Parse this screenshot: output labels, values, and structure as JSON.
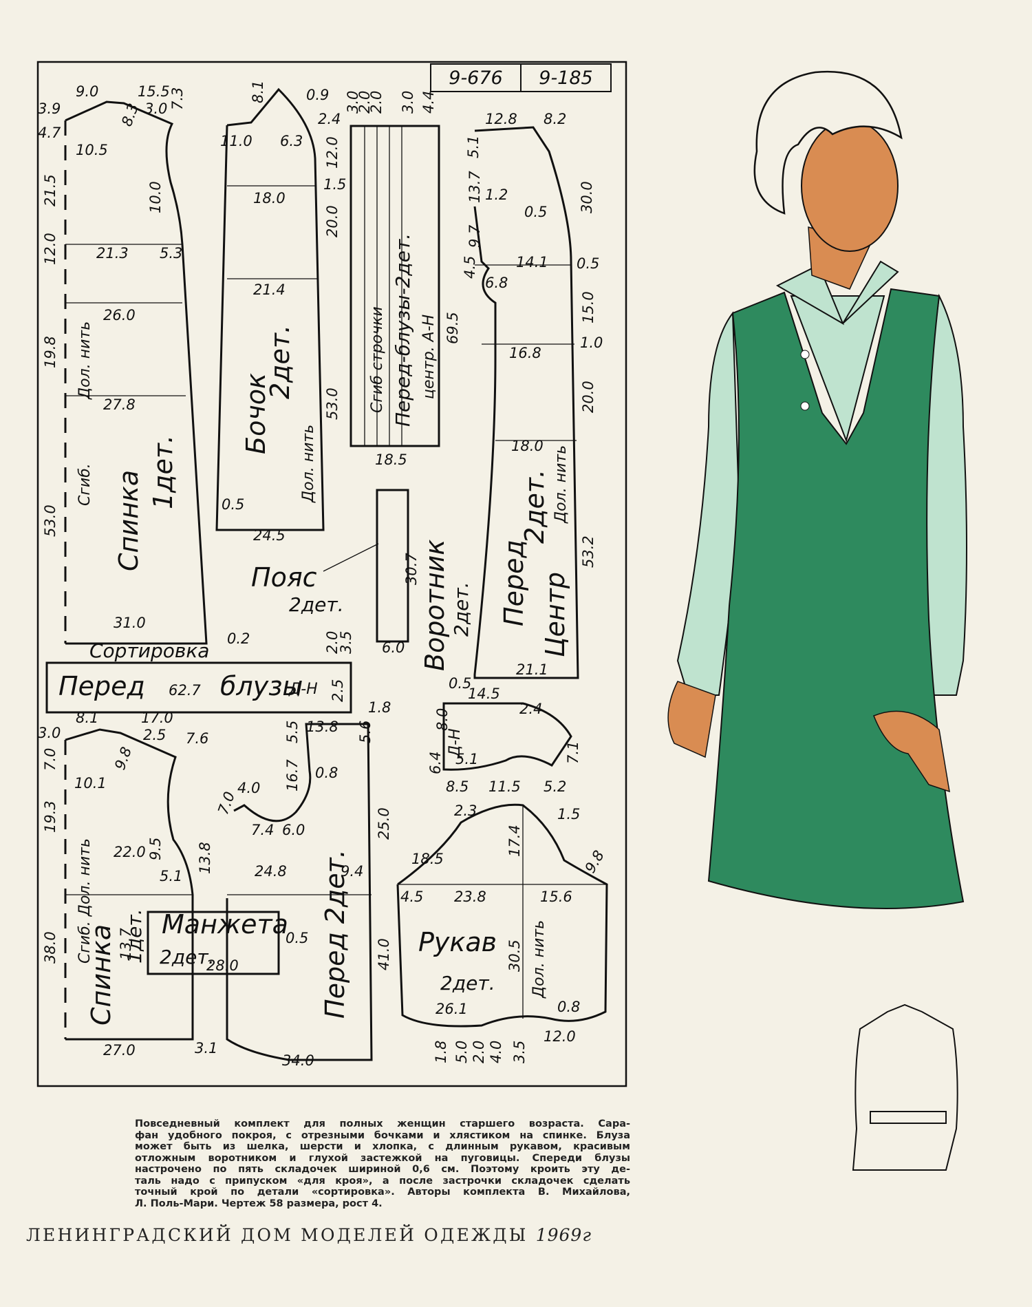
{
  "model_codes": [
    "9-676",
    "9-185"
  ],
  "labels": {
    "back_title": "Спинка",
    "back_count": "1дет.",
    "fold": "Сгиб.",
    "grain": "Дол. нить",
    "side_title": "Бочок",
    "side_count": "2дет.",
    "blouse_fold": "Сгиб строчки",
    "blouse_front": "Перед-блузы-2дет.",
    "blouse_center": "центр. А-Н",
    "belt_title": "Пояс",
    "belt_count": "2дет.",
    "collar_title": "Воротник",
    "collar_count": "2дет.",
    "front_title": "Перед",
    "front_count": "2дет.",
    "front_center": "Центр",
    "sort_title": "Сортировка",
    "sort_piece": "Перед",
    "sort_piece_end": "блузы",
    "sort_mark": "Д-Н",
    "cuff_title": "Манжета",
    "cuff_count": "2дет.",
    "sleeve_title": "Рукав",
    "sleeve_count": "2дет.",
    "blouse_back_title": "Спинка",
    "blouse_back_count": "1дет.",
    "blouse_back_fold": "Сгиб. Дол. нить",
    "blouse_front_title": "Перед 2дет.",
    "collar_mark": "Д-Н"
  },
  "dims": {
    "back": [
      "9.0",
      "15.5",
      "3.9",
      "3.0",
      "7.3",
      "4.7",
      "8.3",
      "10.5",
      "21.5",
      "10.0",
      "12.0",
      "21.3",
      "5.3",
      "26.0",
      "19.8",
      "27.8",
      "53.0",
      "31.0",
      "0.2"
    ],
    "side": [
      "8.1",
      "0.9",
      "2.4",
      "11.0",
      "6.3",
      "12.0",
      "1.5",
      "18.0",
      "20.0",
      "21.4",
      "53.0",
      "0.5",
      "24.5"
    ],
    "blouse_front": [
      "3.0",
      "2.0",
      "2.0",
      "3.0",
      "4.4",
      "69.5",
      "18.5"
    ],
    "front": [
      "12.8",
      "8.2",
      "5.1",
      "13.7",
      "1.2",
      "30.0",
      "0.5",
      "9.7",
      "4.5",
      "14.1",
      "0.5",
      "6.8",
      "15.0",
      "16.8",
      "1.0",
      "20.0",
      "18.0",
      "53.2",
      "21.1"
    ],
    "belt": [
      "30.7",
      "6.0"
    ],
    "sort": [
      "62.7",
      "3.5",
      "2.0",
      "2.5"
    ],
    "collar": [
      "0.5",
      "14.5",
      "8.0",
      "2.4",
      "6.4",
      "5.1",
      "7.1",
      "8.5",
      "11.5",
      "5.2"
    ],
    "blouse_back": [
      "8.1",
      "17.0",
      "3.0",
      "2.5",
      "7.6",
      "7.0",
      "9.8",
      "10.1",
      "19.3",
      "22.0",
      "9.5",
      "5.1",
      "13.8",
      "38.0",
      "27.0",
      "3.1",
      "13.7"
    ],
    "blouse_front_piece": [
      "1.8",
      "5.5",
      "13.8",
      "5.6",
      "16.7",
      "0.8",
      "7.0",
      "4.0",
      "25.0",
      "7.4",
      "6.0",
      "24.8",
      "9.4",
      "41.0",
      "34.0"
    ],
    "cuff": [
      "28.0",
      "0.5"
    ],
    "sleeve": [
      "2.3",
      "1.5",
      "18.5",
      "17.4",
      "9.8",
      "4.5",
      "23.8",
      "15.6",
      "30.5",
      "26.1",
      "0.8",
      "12.0",
      "1.8",
      "5.0",
      "2.0",
      "4.0",
      "3.5"
    ]
  },
  "caption_lines": [
    "Повседневный комплект для полных женщин старшего возраста. Сара-",
    "фан удобного покроя, с отрезными бочками и хлястиком на спинке. Блуза",
    "может быть из шелка, шерсти и хлопка, с длинным рукавом, красивым",
    "отложным воротником и глухой застежкой на пуговицы. Спереди блузы",
    "настрочено по пять складочек шириной 0,6 см. Поэтому кроить эту де-",
    "таль надо с припуском «для кроя», а после застрочки складочек сделать",
    "точный крой по детали «сортировка». Авторы комплекта В. Михайлова,",
    "Л. Поль-Мари. Чертеж 58 размера, рост 4."
  ],
  "footer": {
    "text": "ЛЕНИНГРАДСКИЙ ДОМ МОДЕЛЕЙ ОДЕЖДЫ",
    "year": "1969г"
  },
  "colors": {
    "paper": "#f4f1e6",
    "ink": "#111111",
    "dress_green": "#2e8a5e",
    "blouse_mint": "#bfe3cf",
    "skin": "#d98c52",
    "hair_shade": "#dcdcd6"
  }
}
